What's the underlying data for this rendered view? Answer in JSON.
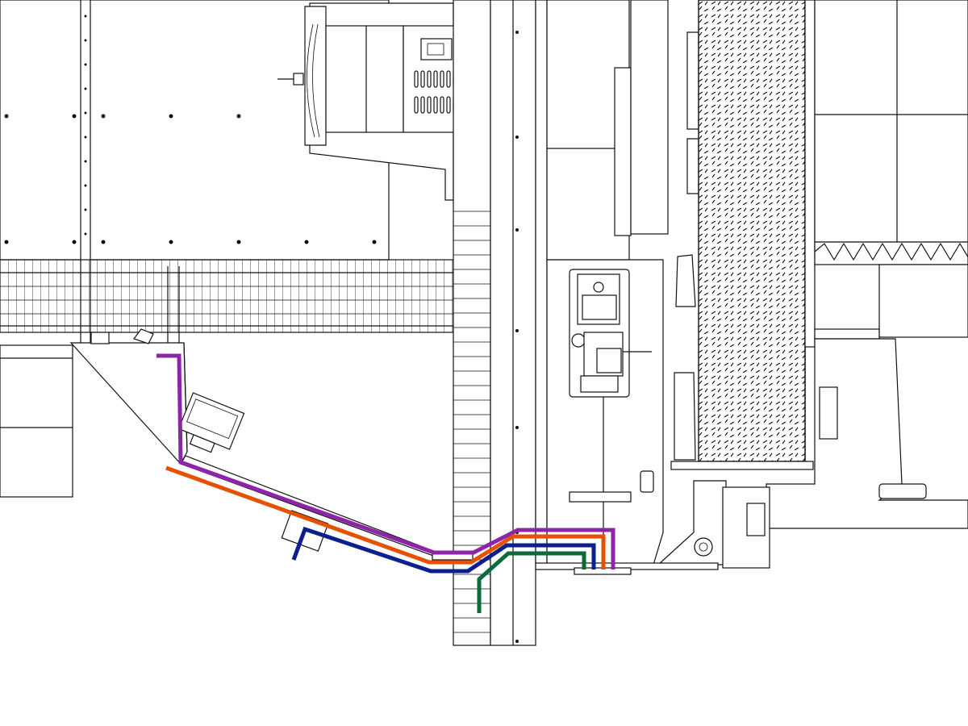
{
  "drawing": {
    "background": "#ffffff",
    "line_color": "#111111"
  },
  "routes": [
    {
      "id": "purple",
      "color": "#8e24aa"
    },
    {
      "id": "orange",
      "color": "#e65100"
    },
    {
      "id": "blue",
      "color": "#0d1f8c"
    },
    {
      "id": "green",
      "color": "#0b6b3a"
    }
  ]
}
